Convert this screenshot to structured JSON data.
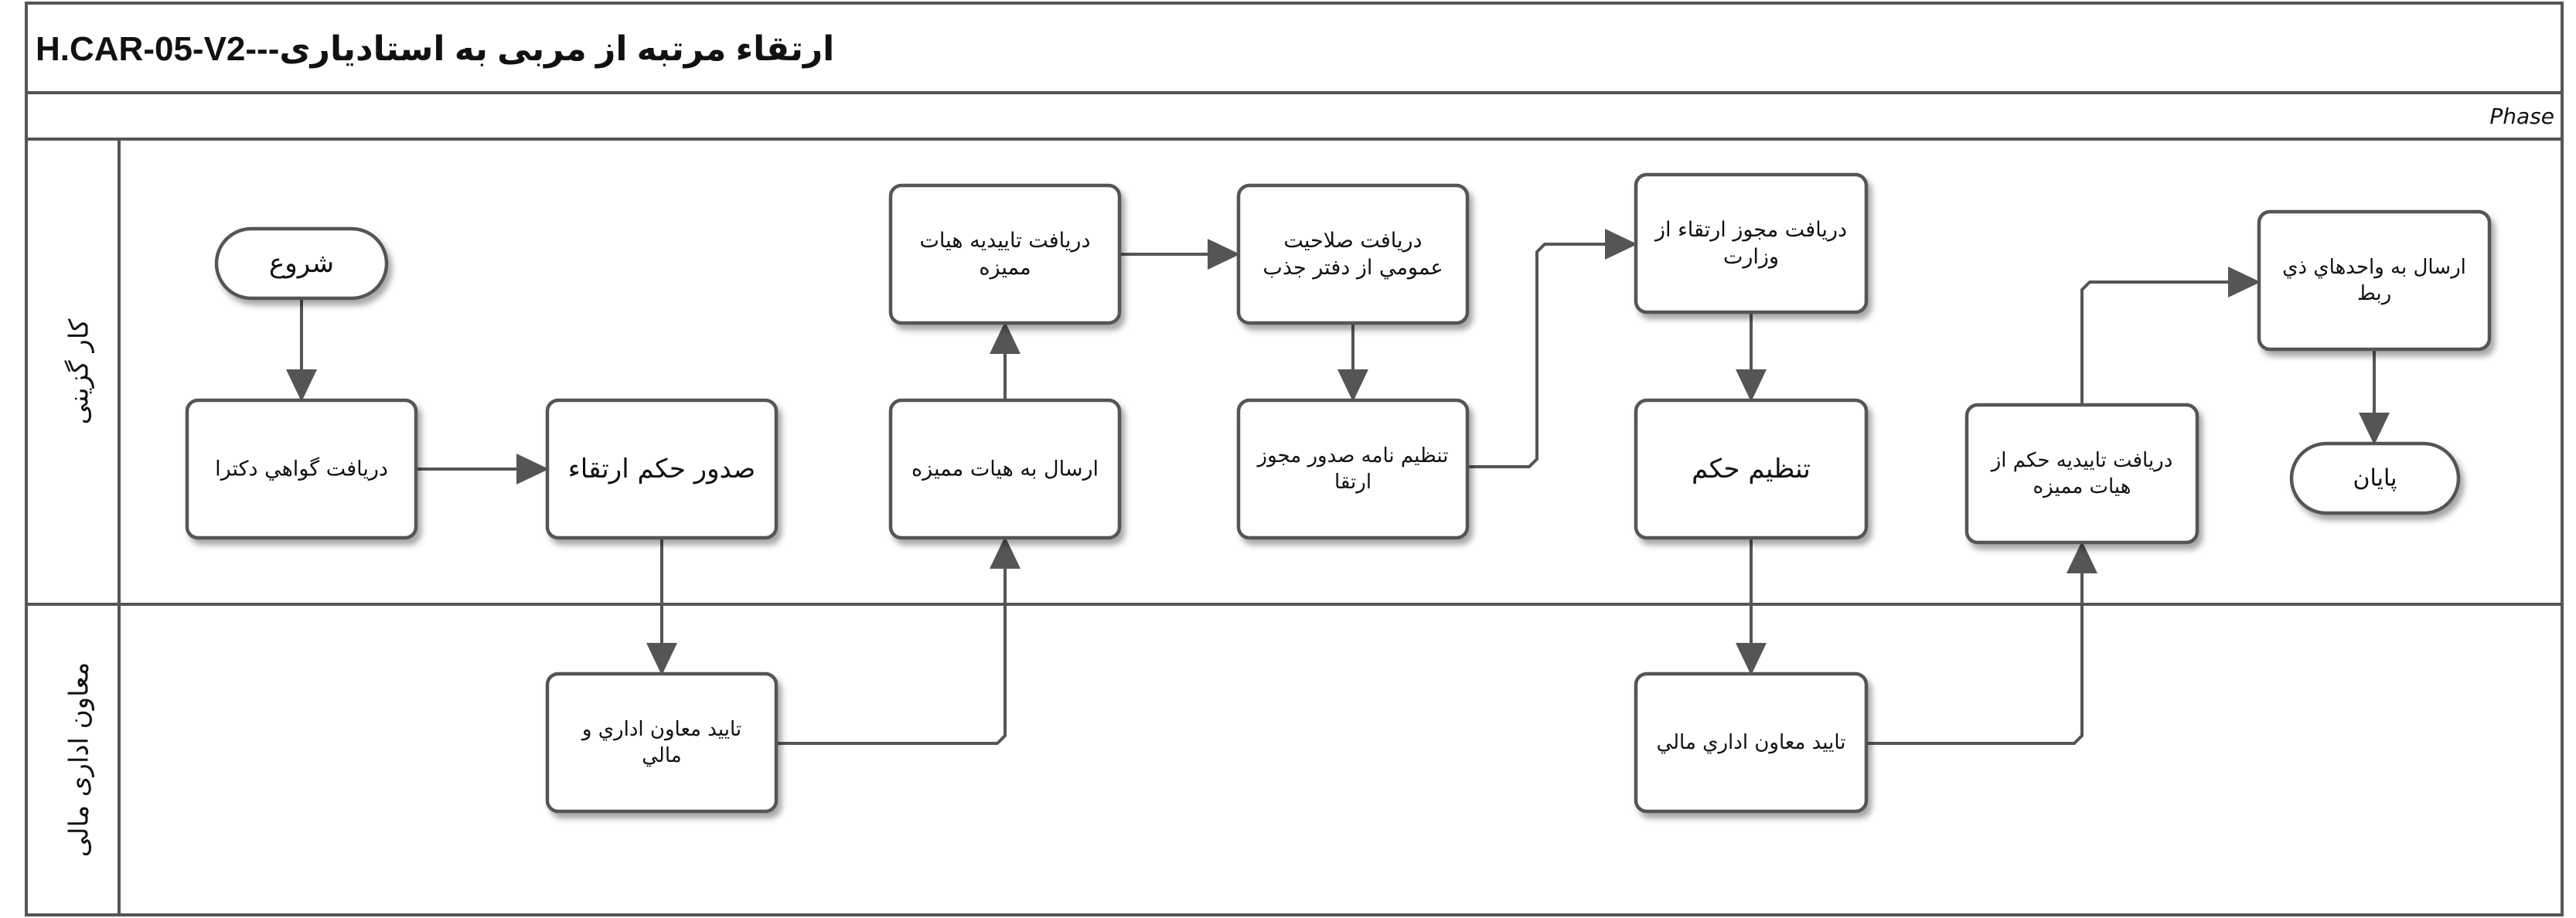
{
  "diagram": {
    "title": "H.CAR-05-V2---ارتقاء مرتبه از مربی به استادیاری",
    "phase_label": "Phase",
    "lanes": [
      {
        "id": "lane1",
        "label": "کار گزینی"
      },
      {
        "id": "lane2",
        "label": "معاون اداری مالی"
      }
    ],
    "nodes": [
      {
        "id": "start",
        "type": "terminator",
        "lines": [
          "شروع"
        ]
      },
      {
        "id": "n1",
        "type": "process",
        "lines": [
          "دريافت گواهي دکترا"
        ]
      },
      {
        "id": "n2",
        "type": "process",
        "lines": [
          "صدور حکم ارتقاء"
        ]
      },
      {
        "id": "n3",
        "type": "process",
        "lines": [
          "تاييد معاون اداري و",
          "مالي"
        ]
      },
      {
        "id": "n4",
        "type": "process",
        "lines": [
          "ارسال به هيات مميزه"
        ]
      },
      {
        "id": "n5",
        "type": "process",
        "lines": [
          "دريافت تاييديه هيات",
          "مميزه"
        ]
      },
      {
        "id": "n6",
        "type": "process",
        "lines": [
          "دريافت صلاحيت",
          "عمومي از دفتر جذب"
        ]
      },
      {
        "id": "n7",
        "type": "process",
        "lines": [
          "تنظيم نامه صدور مجوز",
          "ارتقا"
        ]
      },
      {
        "id": "n8",
        "type": "process",
        "lines": [
          "دريافت مجوز ارتقاء از",
          "وزارت"
        ]
      },
      {
        "id": "n9",
        "type": "process",
        "lines": [
          "تنظيم حکم"
        ]
      },
      {
        "id": "n10",
        "type": "process",
        "lines": [
          "تاييد معاون اداري مالي"
        ]
      },
      {
        "id": "n11",
        "type": "process",
        "lines": [
          "دريافت تاييديه حکم از",
          "هيات مميزه"
        ]
      },
      {
        "id": "n12",
        "type": "process",
        "lines": [
          "ارسال به واحدهاي ذي",
          "ربط"
        ]
      },
      {
        "id": "end",
        "type": "terminator",
        "lines": [
          "پايان"
        ]
      }
    ],
    "edges": [
      {
        "from": "start",
        "to": "n1"
      },
      {
        "from": "n1",
        "to": "n2"
      },
      {
        "from": "n2",
        "to": "n3"
      },
      {
        "from": "n3",
        "to": "n4"
      },
      {
        "from": "n4",
        "to": "n5"
      },
      {
        "from": "n5",
        "to": "n6"
      },
      {
        "from": "n6",
        "to": "n7"
      },
      {
        "from": "n7",
        "to": "n8"
      },
      {
        "from": "n8",
        "to": "n9"
      },
      {
        "from": "n9",
        "to": "n10"
      },
      {
        "from": "n10",
        "to": "n11"
      },
      {
        "from": "n11",
        "to": "n12"
      },
      {
        "from": "n12",
        "to": "end"
      }
    ]
  }
}
